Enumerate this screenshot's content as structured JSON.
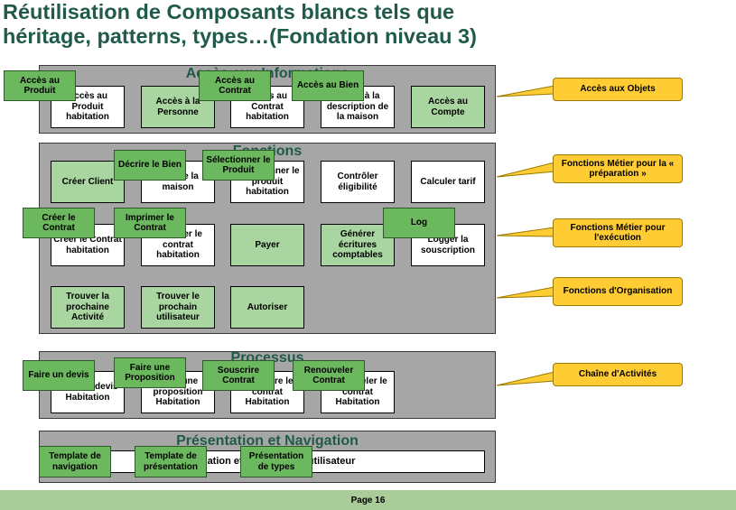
{
  "title": {
    "line1": "Réutilisation de Composants blancs tels que",
    "line2": "héritage, patterns, types…(Fondation niveau 3)"
  },
  "layers": {
    "acces": {
      "title": "Accès aux Informations",
      "boxes": [
        "Accès au Produit habitation",
        "Accès à la Personne",
        "Accès au Contrat habitation",
        "Accès à la description de la maison",
        "Accès au Compte"
      ],
      "overlays": [
        "Accès au Produit",
        "Accès au Contrat",
        "Accès au Bien"
      ]
    },
    "fonctions": {
      "title": "Fonctions",
      "row1": [
        "Créer Client",
        "Décrire la maison",
        "Sélectionner le produit habitation",
        "Contrôler éligibilité",
        "Calculer tarif"
      ],
      "row2": [
        "Créer le Contrat habitation",
        "Imprimer le contrat habitation",
        "Payer",
        "Générer écritures comptables",
        "Logger la souscription"
      ],
      "row3": [
        "Trouver la prochaine Activité",
        "Trouver le prochain utilisateur",
        "Autoriser"
      ],
      "overlays": [
        "Décrire le Bien",
        "Sélectionner le Produit",
        "Créer le Contrat",
        "Imprimer le Contrat",
        "Log"
      ]
    },
    "processus": {
      "title": "Processus",
      "boxes": [
        "Faire un devis Habitation",
        "Faire une proposition Habitation",
        "Souscrire le contrat Habitation",
        "Renouveler le contrat Habitation"
      ],
      "overlays": [
        "Faire un devis",
        "Faire une Proposition",
        "Souscrire Contrat",
        "Renouveler Contrat"
      ]
    },
    "presentation": {
      "title": "Présentation et Navigation",
      "bar": "Navigation et présentation utilisateur",
      "overlays": [
        "Template de navigation",
        "Template de présentation",
        "Présentation de types"
      ]
    }
  },
  "callouts": [
    "Accès aux Objets",
    "Fonctions Métier pour la « préparation »",
    "Fonctions Métier pour l'exécution",
    "Fonctions d'Organisation",
    "Chaîne d'Activités"
  ],
  "footer": "Page 16",
  "colors": {
    "title": "#1f5a4a",
    "layer_bg": "#a6a6a6",
    "box_green": "#a9d5a0",
    "overlay_green": "#6cb85e",
    "callout": "#ffcc33",
    "footer_bg": "#a9cc99"
  }
}
